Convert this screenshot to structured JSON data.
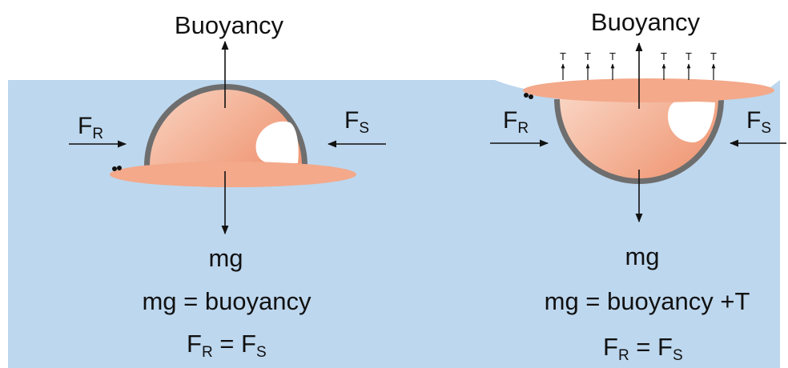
{
  "colors": {
    "water": "#bdd7ee",
    "body_fill": "#f3a98a",
    "body_light": "#f9d4c2",
    "shell": "#6e6e6e",
    "arrow": "#111111"
  },
  "left_panel": {
    "buoyancy_label": "Buoyancy",
    "force_left": {
      "main": "F",
      "sub": "R"
    },
    "force_right": {
      "main": "F",
      "sub": "S"
    },
    "weight_label": "mg",
    "equation": "mg = buoyancy",
    "balance": {
      "lhs_main": "F",
      "lhs_sub": "R",
      "eq": " = ",
      "rhs_main": "F",
      "rhs_sub": "S"
    }
  },
  "right_panel": {
    "buoyancy_label": "Buoyancy",
    "tension_labels": [
      "T",
      "T",
      "T",
      "T",
      "T",
      "T"
    ],
    "force_left": {
      "main": "F",
      "sub": "R"
    },
    "force_right": {
      "main": "F",
      "sub": "S"
    },
    "weight_label": "mg",
    "equation": "mg = buoyancy +T",
    "balance": {
      "lhs_main": "F",
      "lhs_sub": "R",
      "eq": " = ",
      "rhs_main": "F",
      "rhs_sub": "S"
    }
  }
}
